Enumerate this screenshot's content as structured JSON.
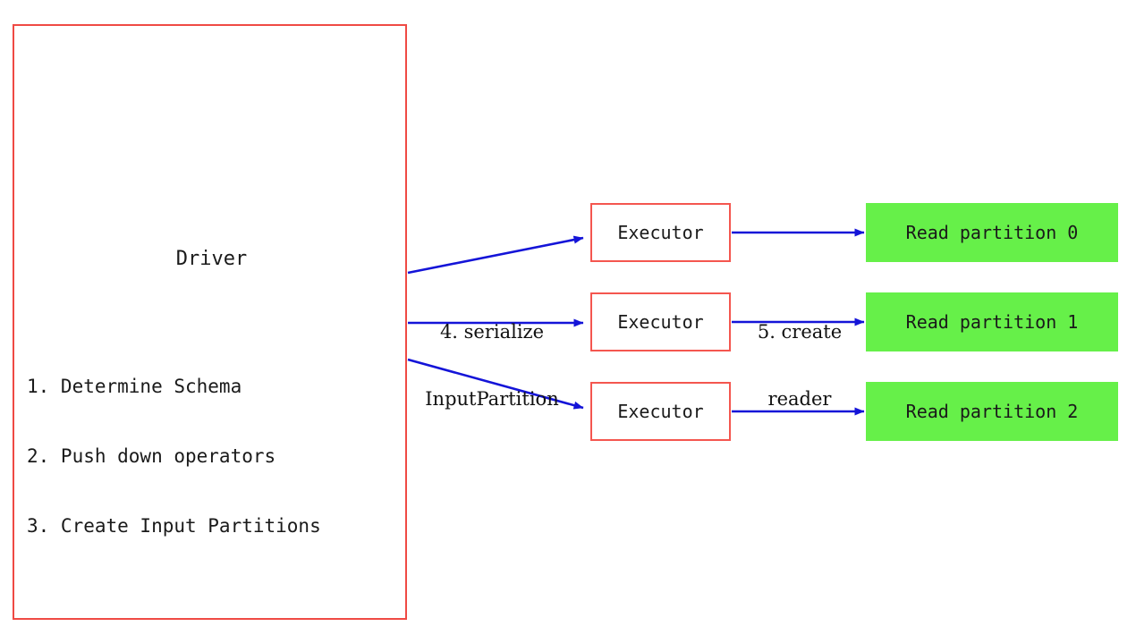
{
  "diagram": {
    "title_semantic": "Spark DataSourceV2 driver to executor partition reading flow",
    "background": "#ffffff",
    "colors": {
      "box_border_red": "#f4564f",
      "partition_green": "#66f049",
      "arrow_blue": "#1414d8",
      "text_black": "#1a1a1a"
    },
    "driver": {
      "title": "Driver",
      "steps": [
        "1. Determine Schema",
        "2. Push down operators",
        "3. Create Input Partitions"
      ]
    },
    "executors": [
      {
        "label": "Executor"
      },
      {
        "label": "Executor"
      },
      {
        "label": "Executor"
      }
    ],
    "partitions": [
      {
        "label": "Read partition 0"
      },
      {
        "label": "Read partition 1"
      },
      {
        "label": "Read partition 2"
      }
    ],
    "edge_labels": {
      "serialize": {
        "line1": "4. serialize",
        "line2": "InputPartition"
      },
      "reader": {
        "line1": "5. create",
        "line2": "reader"
      }
    }
  }
}
